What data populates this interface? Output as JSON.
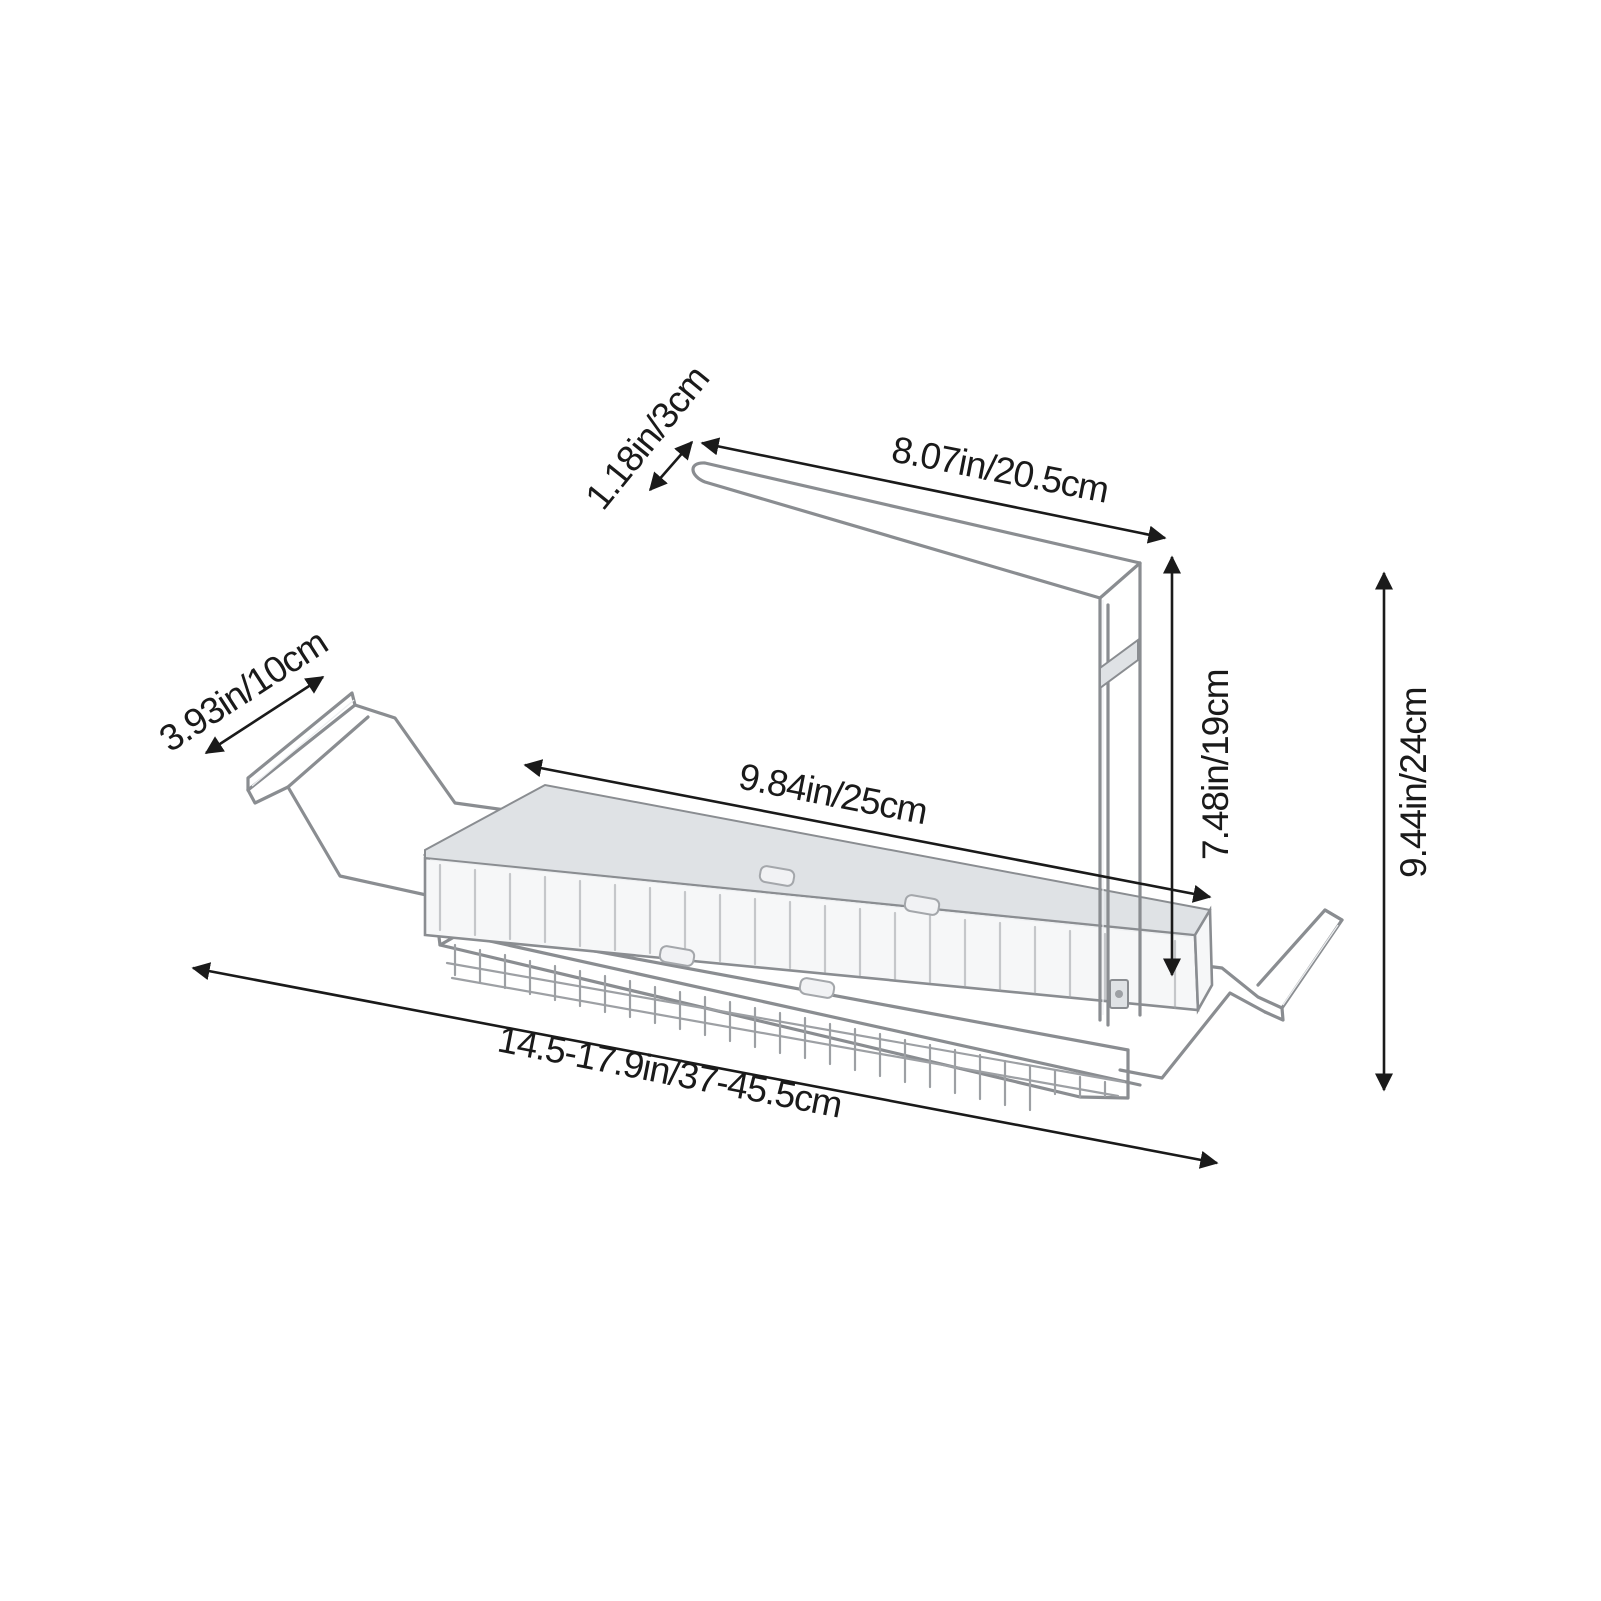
{
  "dimensions": {
    "handle_width": "1.18in/3cm",
    "handle_length": "8.07in/20.5cm",
    "handle_height": "7.48in/19cm",
    "total_height": "9.44in/24cm",
    "arm_width": "3.93in/10cm",
    "basket_length": "9.84in/25cm",
    "total_length": "14.5-17.9in/37-45.5cm"
  },
  "colors": {
    "background": "#ffffff",
    "dimension_lines": "#1a1a1a",
    "wire_metal": "#8a8d91"
  }
}
